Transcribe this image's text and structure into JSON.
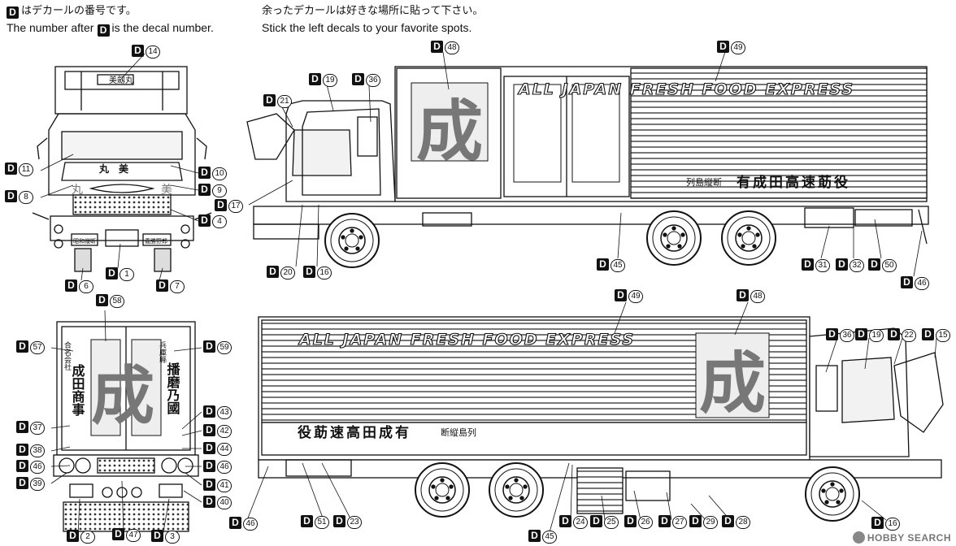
{
  "header": {
    "badge": "D",
    "jp_line1": "はデカールの番号です。",
    "en_line1_a": "The number after",
    "en_line1_b": "is the decal number.",
    "jp_line2": "余ったデカールは好きな場所に貼って下さい。",
    "en_line2": "Stick the left decals to your favorite spots."
  },
  "truck_text": {
    "fresh_top": "ALL JAPAN FRESH FOOD EXPRESS",
    "fresh_side": "ALL JAPAN FRESH FOOD EXPRESS",
    "kanji_big": "成",
    "company": "有成田高速莇役",
    "company_sub": "列島縦断",
    "company_rev": "役莇速高田成有",
    "company_sub_rev": "断縦島列",
    "rear_left": "成田商事",
    "rear_left_small": "合名会社",
    "rear_right": "播磨乃國",
    "rear_right_small": "兵庫縣",
    "front_top": "美劔丸",
    "front_mid": "丸　美",
    "front_grille_l": "丸",
    "front_grille_r": "美",
    "front_plate_l": "昭和縦断",
    "front_plate_r": "義勝野郎"
  },
  "callouts": [
    {
      "id": "c14",
      "num": "14"
    },
    {
      "id": "c11",
      "num": "11"
    },
    {
      "id": "c10",
      "num": "10"
    },
    {
      "id": "c8",
      "num": "8"
    },
    {
      "id": "c9",
      "num": "9"
    },
    {
      "id": "c4",
      "num": "4"
    },
    {
      "id": "c1",
      "num": "1"
    },
    {
      "id": "c6",
      "num": "6"
    },
    {
      "id": "c7",
      "num": "7"
    },
    {
      "id": "c48a",
      "num": "48"
    },
    {
      "id": "c49a",
      "num": "49"
    },
    {
      "id": "c19a",
      "num": "19"
    },
    {
      "id": "c36a",
      "num": "36"
    },
    {
      "id": "c21",
      "num": "21"
    },
    {
      "id": "c17",
      "num": "17"
    },
    {
      "id": "c20",
      "num": "20"
    },
    {
      "id": "c16a",
      "num": "16"
    },
    {
      "id": "c45a",
      "num": "45"
    },
    {
      "id": "c31",
      "num": "31"
    },
    {
      "id": "c32",
      "num": "32"
    },
    {
      "id": "c50",
      "num": "50"
    },
    {
      "id": "c46a",
      "num": "46"
    },
    {
      "id": "c58",
      "num": "58"
    },
    {
      "id": "c57",
      "num": "57"
    },
    {
      "id": "c59",
      "num": "59"
    },
    {
      "id": "c37",
      "num": "37"
    },
    {
      "id": "c38",
      "num": "38"
    },
    {
      "id": "c46b",
      "num": "46"
    },
    {
      "id": "c39",
      "num": "39"
    },
    {
      "id": "c43",
      "num": "43"
    },
    {
      "id": "c42",
      "num": "42"
    },
    {
      "id": "c44",
      "num": "44"
    },
    {
      "id": "c46c",
      "num": "46"
    },
    {
      "id": "c41",
      "num": "41"
    },
    {
      "id": "c40",
      "num": "40"
    },
    {
      "id": "c2",
      "num": "2"
    },
    {
      "id": "c47",
      "num": "47"
    },
    {
      "id": "c3",
      "num": "3"
    },
    {
      "id": "c49b",
      "num": "49"
    },
    {
      "id": "c48b",
      "num": "48"
    },
    {
      "id": "c36b",
      "num": "36"
    },
    {
      "id": "c19b",
      "num": "19"
    },
    {
      "id": "c22",
      "num": "22"
    },
    {
      "id": "c15",
      "num": "15"
    },
    {
      "id": "c46d",
      "num": "46"
    },
    {
      "id": "c51",
      "num": "51"
    },
    {
      "id": "c23",
      "num": "23"
    },
    {
      "id": "c24",
      "num": "24"
    },
    {
      "id": "c25",
      "num": "25"
    },
    {
      "id": "c26",
      "num": "26"
    },
    {
      "id": "c27",
      "num": "27"
    },
    {
      "id": "c29",
      "num": "29"
    },
    {
      "id": "c28",
      "num": "28"
    },
    {
      "id": "c16b",
      "num": "16"
    },
    {
      "id": "c45b",
      "num": "45"
    }
  ],
  "watermark": "HOBBY SEARCH"
}
